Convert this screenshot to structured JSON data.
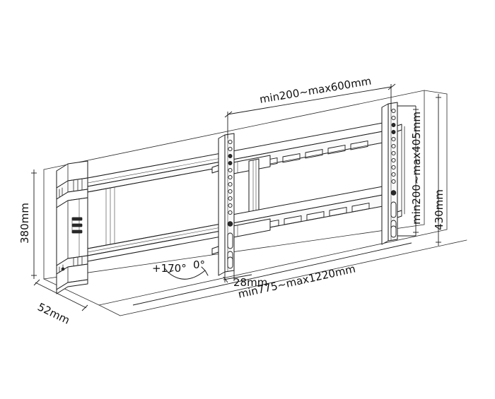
{
  "drawing": {
    "title": "TV wall mount swing-arm bracket dimensioned technical drawing",
    "units": "mm",
    "line_color": "#1a1a1a",
    "background": "#ffffff"
  },
  "dimensions": {
    "vesa_horizontal": "min200~max600mm",
    "vesa_vertical": "min200~max405mm",
    "plate_height": "430mm",
    "wall_plate_height": "380mm",
    "depth": "52mm",
    "rail_offset": "28mm",
    "extension": "min775~max1220mm"
  },
  "angles": {
    "swing_max": "+170°",
    "swing_zero": "0°"
  },
  "labels": {
    "top_span": "min200~max600mm",
    "right_inner": "min200~max405mm",
    "right_outer": "430mm",
    "left_height": "380mm",
    "depth": "52mm",
    "offset": "28mm",
    "bottom_span": "min775~max1220mm",
    "angle_left": "+170°",
    "angle_right": "0°"
  },
  "parts": {
    "hinge_column": "left pivot hinge column",
    "swing_arm": "extending swing arm",
    "left_rail": "left vertical mounting rail",
    "right_rail": "right vertical mounting rail",
    "top_rail": "upper horizontal cross rail",
    "bottom_rail": "lower horizontal cross rail",
    "wall_plane": "wall reference plane",
    "floor_plane": "floor reference plane"
  }
}
